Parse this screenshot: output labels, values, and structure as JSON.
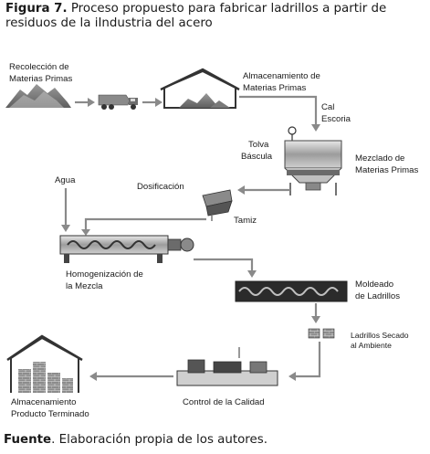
{
  "caption": {
    "figure_label": "Figura 7.",
    "text": "Proceso propuesto para fabricar ladrillos a partir de residuos de la iIndustria del acero"
  },
  "footer": {
    "label": "Fuente",
    "text": ". Elaboración propia de los autores."
  },
  "diagram": {
    "recoleccion": [
      "Recolección de",
      "Materias Primas"
    ],
    "almacenamiento_mp": [
      "Almacenamiento de",
      "Materias Primas"
    ],
    "cal_escoria": [
      "Cal",
      "Escoria"
    ],
    "tolva_bascula": [
      "Tolva",
      "Báscula"
    ],
    "mezclado": [
      "Mezclado de",
      "Materias Primas"
    ],
    "agua": "Agua",
    "dosificacion": "Dosificación",
    "tamiz": "Tamiz",
    "homogenizacion": [
      "Homogenización de",
      "la Mezcla"
    ],
    "moldeado": [
      "Moldeado",
      "de Ladrillos"
    ],
    "secado": [
      "Ladrillos Secado",
      "al Ambiente"
    ],
    "control": "Control de la Calidad",
    "almacenamiento_pt": [
      "Almacenamiento",
      "Producto Terminado"
    ]
  }
}
